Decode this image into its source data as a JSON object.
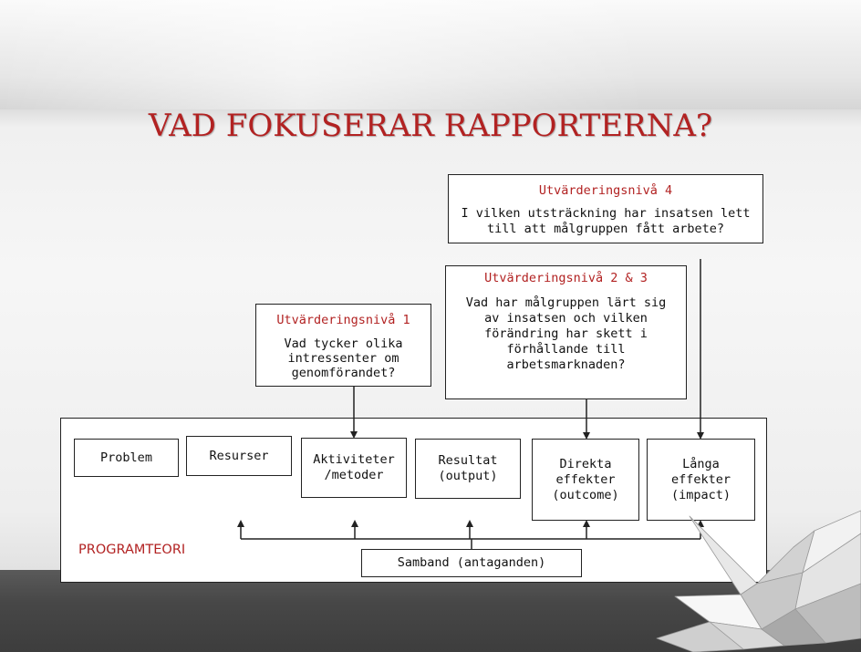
{
  "slide": {
    "title": "VAD FOKUSERAR RAPPORTERNA?",
    "level4": {
      "label": "Utvärderingsnivå 4",
      "question": "I vilken utsträckning har insatsen lett\ntill att målgruppen fått arbete?"
    },
    "level23": {
      "label": "Utvärderingsnivå 2 & 3",
      "question": "Vad har målgruppen lärt sig\nav insatsen och vilken\nförändring har skett i\nförhållande till\narbetsmarknaden?"
    },
    "level1": {
      "label": "Utvärderingsnivå 1",
      "question": "Vad tycker olika\nintressenter om\ngenomförandet?"
    },
    "program": {
      "steps": [
        "Problem",
        "Resurser",
        "Aktiviteter\n/metoder",
        "Resultat\n(output)",
        "Direkta\neffekter\n(outcome)",
        "Långa\neffekter\n(impact)"
      ],
      "label": "PROGRAMTEORI",
      "assumptions": "Samband (antaganden)"
    },
    "colors": {
      "accent": "#b22222",
      "line": "#222222"
    }
  }
}
